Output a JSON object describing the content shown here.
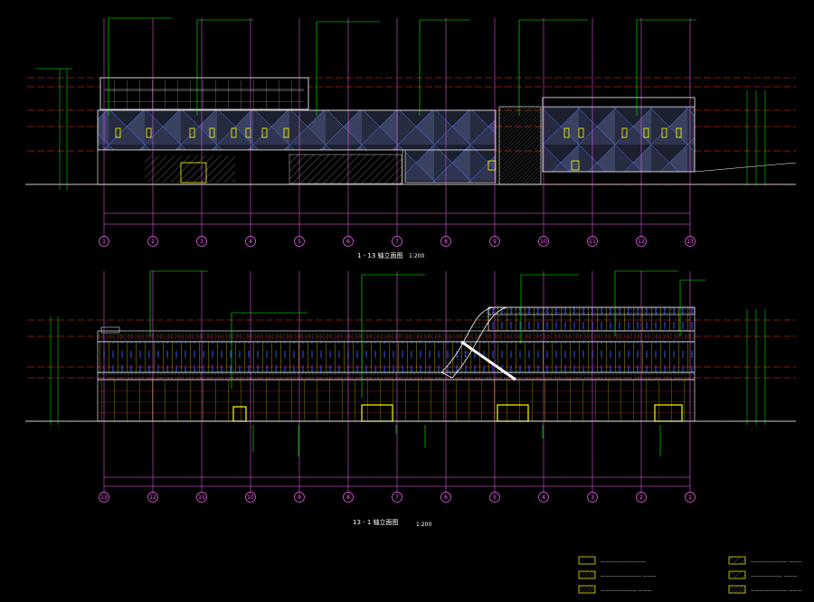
{
  "drawing": {
    "upper_elevation": {
      "title": "1 - 13 轴立面图",
      "scale": "1:200",
      "grid_axes": [
        "1",
        "2",
        "3",
        "4",
        "5",
        "6",
        "7",
        "8",
        "9",
        "10",
        "11",
        "12",
        "13"
      ],
      "axis_labels_shown": [
        "1",
        "2",
        "3",
        "4",
        "5",
        "6",
        "7",
        "8",
        "9",
        "10",
        "11",
        "12",
        "13"
      ]
    },
    "lower_elevation": {
      "title": "13 - 1 轴立面图",
      "scale": "1:200",
      "grid_axes": [
        "13",
        "12",
        "11",
        "10",
        "9",
        "8",
        "7",
        "6",
        "5",
        "4",
        "3",
        "2",
        "1"
      ]
    },
    "legend": {
      "items": [
        {
          "swatch": "plain",
          "label": "——————————"
        },
        {
          "swatch": "hatch",
          "label": "———————— ———"
        },
        {
          "swatch": "cross",
          "label": "————————— ———"
        },
        {
          "swatch": "hatch2",
          "label": "——————— ———"
        },
        {
          "swatch": "hatch3",
          "label": "———————— ———"
        },
        {
          "swatch": "dense",
          "label": "———————— ———"
        }
      ]
    },
    "colors": {
      "background": "#000000",
      "grid_lines": "#ff66ff",
      "leaders": "#00ff00",
      "outline": "#ffffff",
      "red": "#ff3030",
      "yellow": "#ffff00",
      "cyan": "#00ffff",
      "blue": "#3355ff"
    }
  }
}
